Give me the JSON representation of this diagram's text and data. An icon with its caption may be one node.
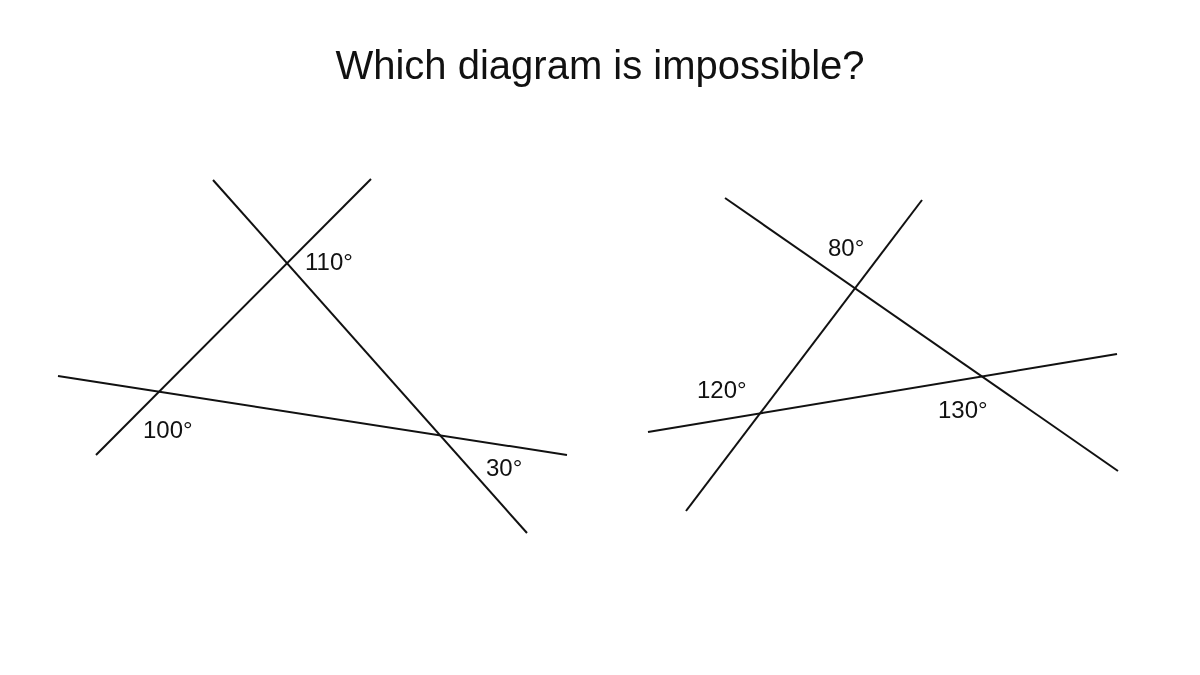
{
  "diagram": {
    "title": "Which diagram is impossible?",
    "labels": [
      "110°",
      "100°",
      "30°",
      "80°",
      "120°",
      "130°"
    ]
  }
}
